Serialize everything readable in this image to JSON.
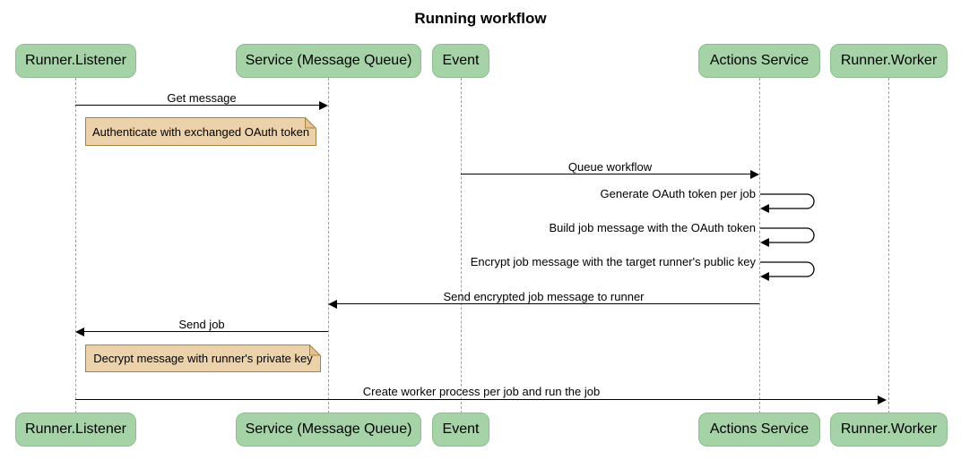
{
  "title": "Running workflow",
  "diagram_type": "sequence",
  "participants": [
    {
      "id": "runner-listener",
      "label": "Runner.Listener"
    },
    {
      "id": "service-message-queue",
      "label": "Service (Message Queue)"
    },
    {
      "id": "event",
      "label": "Event"
    },
    {
      "id": "actions-service",
      "label": "Actions Service"
    },
    {
      "id": "runner-worker",
      "label": "Runner.Worker"
    }
  ],
  "messages": [
    {
      "label": "Get message",
      "from": "Runner.Listener",
      "to": "Service (Message Queue)",
      "kind": "solid-arrow"
    },
    {
      "label": "Queue workflow",
      "from": "Event",
      "to": "Actions Service",
      "kind": "solid-arrow"
    },
    {
      "label": "Generate OAuth token per job",
      "from": "Actions Service",
      "to": "Actions Service",
      "kind": "self-loop"
    },
    {
      "label": "Build job message with the OAuth token",
      "from": "Actions Service",
      "to": "Actions Service",
      "kind": "self-loop"
    },
    {
      "label": "Encrypt job message with the target runner's public key",
      "from": "Actions Service",
      "to": "Actions Service",
      "kind": "self-loop"
    },
    {
      "label": "Send encrypted job message to runner",
      "from": "Actions Service",
      "to": "Service (Message Queue)",
      "kind": "solid-arrow"
    },
    {
      "label": "Send job",
      "from": "Service (Message Queue)",
      "to": "Runner.Listener",
      "kind": "solid-arrow"
    },
    {
      "label": "Create worker process per job and run the job",
      "from": "Runner.Listener",
      "to": "Runner.Worker",
      "kind": "solid-arrow"
    }
  ],
  "notes": [
    {
      "label": "Authenticate with exchanged OAuth token",
      "position": "right of Runner.Listener"
    },
    {
      "label": "Decrypt message with runner's private key",
      "position": "right of Runner.Listener"
    }
  ],
  "colors": {
    "background": "#ffffff",
    "text": "#000000",
    "arrow": "#000000",
    "actor_fill": "#a5d3a7",
    "actor_border": "#8bbd8e",
    "note_fill": "#ecd2ab",
    "note_border": "#aa813d",
    "note_fold": "#e3c295",
    "lifeline": "#9e9e9e"
  }
}
